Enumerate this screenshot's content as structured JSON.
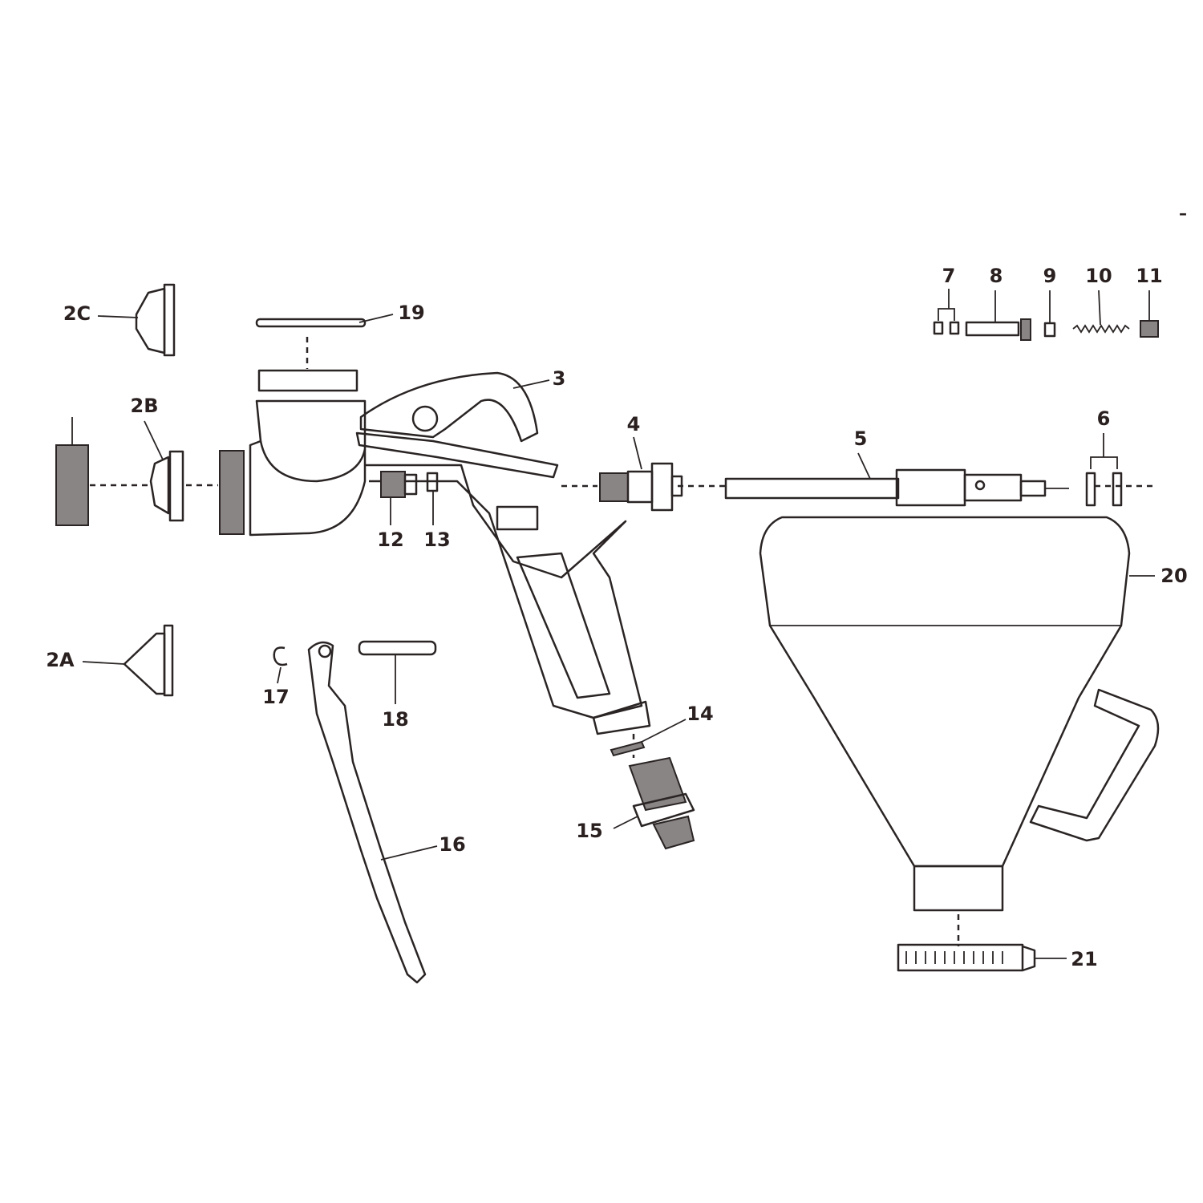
{
  "diagram": {
    "type": "exploded-parts-diagram",
    "corner_mark": "–",
    "labels": {
      "p2C": "2C",
      "p19": "19",
      "p3": "3",
      "p2B": "2B",
      "p4": "4",
      "p5": "5",
      "p6": "6",
      "p7": "7",
      "p8": "8",
      "p9": "9",
      "p10": "10",
      "p11": "11",
      "p12": "12",
      "p13": "13",
      "p20": "20",
      "p2A": "2A",
      "p17": "17",
      "p18": "18",
      "p14": "14",
      "p15": "15",
      "p16": "16",
      "p21": "21"
    },
    "colors": {
      "ink": "#2a2424",
      "background": "#ffffff"
    }
  }
}
